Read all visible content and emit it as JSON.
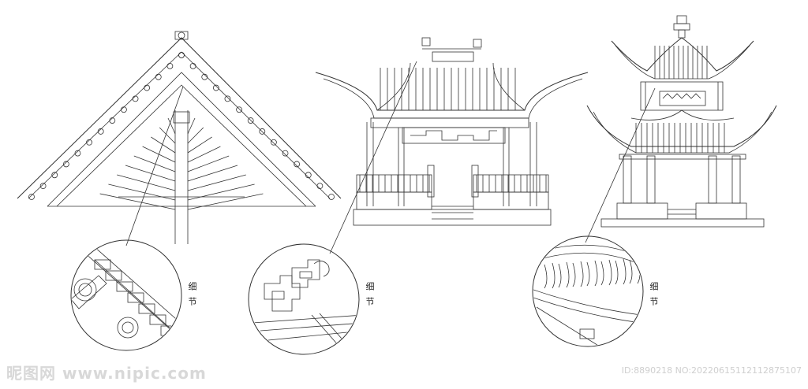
{
  "labels": {
    "detail_1": "细节",
    "detail_2": "细节",
    "detail_3": "细节"
  },
  "watermark": {
    "site": "昵图网 www.nipic.com",
    "id_line": "ID:8890218 NO:20220615112112875107"
  },
  "colors": {
    "line": "#333333",
    "background": "#ffffff"
  }
}
